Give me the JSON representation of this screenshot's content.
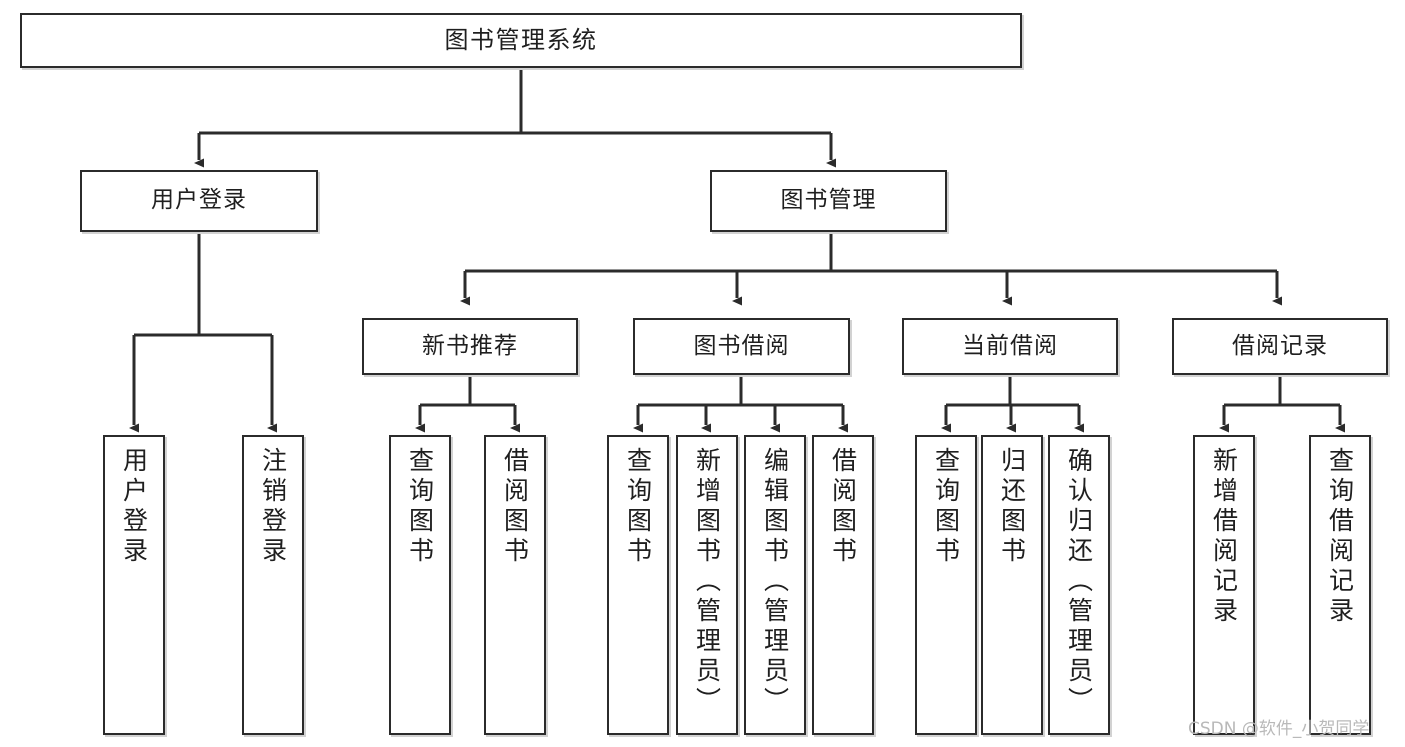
{
  "diagram": {
    "title": "图书管理系统",
    "type": "tree",
    "watermark": "CSDN @软件_小贺同学",
    "colors": {
      "background": "#ffffff",
      "node_border": "#2b2b2b",
      "node_fill": "#ffffff",
      "edge": "#2b2b2b",
      "shadow": "#d2d2d2",
      "text": "#1f1f1f",
      "watermark": "#b9b9b9"
    },
    "nodes": {
      "root": {
        "label": "图书管理系统"
      },
      "level2": [
        {
          "label": "用户登录"
        },
        {
          "label": "图书管理"
        }
      ],
      "level3": [
        {
          "label": "新书推荐"
        },
        {
          "label": "图书借阅"
        },
        {
          "label": "当前借阅"
        },
        {
          "label": "借阅记录"
        }
      ],
      "leaves": {
        "user_login": [
          {
            "label": "用户登录"
          },
          {
            "label": "注销登录"
          }
        ],
        "new_book_rec": [
          {
            "label": "查询图书"
          },
          {
            "label": "借阅图书"
          }
        ],
        "book_borrow": [
          {
            "label": "查询图书"
          },
          {
            "label": "新增图书（管理员）"
          },
          {
            "label": "编辑图书（管理员）"
          },
          {
            "label": "借阅图书"
          }
        ],
        "current_borrow": [
          {
            "label": "查询图书"
          },
          {
            "label": "归还图书"
          },
          {
            "label": "确认归还（管理员）"
          }
        ],
        "borrow_record": [
          {
            "label": "新增借阅记录"
          },
          {
            "label": "查询借阅记录"
          }
        ]
      }
    }
  }
}
